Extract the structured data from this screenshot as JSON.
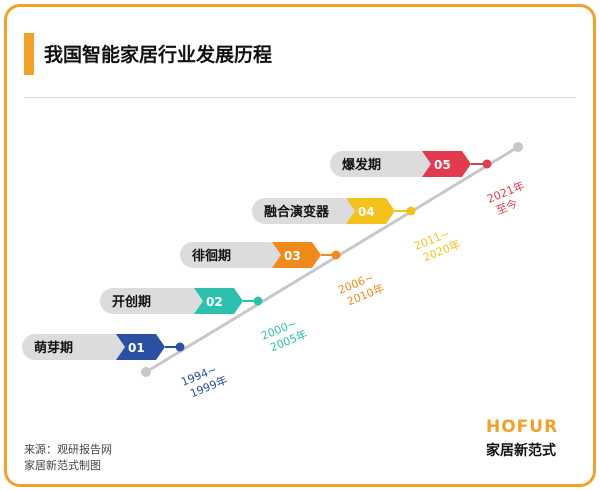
{
  "title": "我国智能家居行业发展历程",
  "stages": [
    {
      "name": "萌芽期",
      "number": "01",
      "period_lines": [
        "1994~",
        "1999年"
      ],
      "color": "#2a4fa3"
    },
    {
      "name": "开创期",
      "number": "02",
      "period_lines": [
        "2000~",
        "2005年"
      ],
      "color": "#2dbfae"
    },
    {
      "name": "徘徊期",
      "number": "03",
      "period_lines": [
        "2006~",
        "2010年"
      ],
      "color": "#f08a1c"
    },
    {
      "name": "融合演变器",
      "number": "04",
      "period_lines": [
        "2011~",
        "2020年"
      ],
      "color": "#f5c21b"
    },
    {
      "name": "爆发期",
      "number": "05",
      "period_lines": [
        "2021年",
        "至今"
      ],
      "color": "#e23a4f"
    }
  ],
  "colors": {
    "accent": "#f2a12c",
    "pill": "#dcdcdc",
    "line": "#c8c8c8"
  },
  "source": {
    "line1": "来源：观研报告网",
    "line2": "家居新范式制图"
  },
  "brand": {
    "en": "HOFUR",
    "cn": "家居新范式"
  }
}
